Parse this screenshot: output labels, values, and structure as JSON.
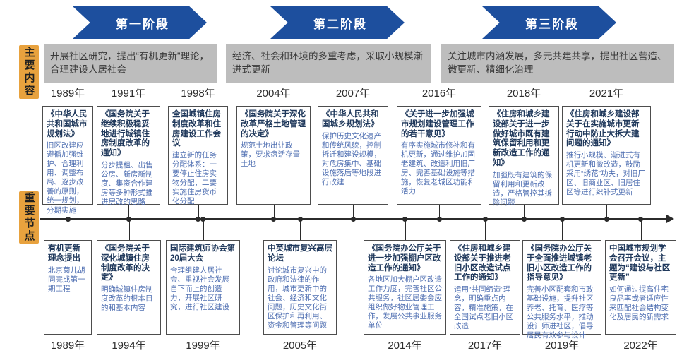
{
  "section_labels": {
    "main_content": "主要内容",
    "key_nodes": "重要节点"
  },
  "phases": [
    {
      "label": "第一阶段",
      "summary": "开展社区研究，提出“有机更新”理论，合理建设人居社会"
    },
    {
      "label": "第二阶段",
      "summary": "经济、社会和环境的多重考虑，采取小规模渐进式更新"
    },
    {
      "label": "第三阶段",
      "summary": "关注城市内涵发展，多元共建共享，提出社区营造、微更新、精细化治理"
    }
  ],
  "top_events": [
    {
      "year": "1989年",
      "title": "《中华人民共和国城市规划法》",
      "body": "旧区改建应遵循加强维护、合理利用、调整布局、逐步改善的原则，统一规划，分期实施"
    },
    {
      "year": "1991年",
      "title": "《国务院关于继续积极稳妥地进行城镇住房制度改革的通知》",
      "body": "分步提租、出售公房、新房新制度、集资合作建房等多种形式推进房改的思路"
    },
    {
      "year": "1998年",
      "title": "全国城镇住房制度改革和住房建设工作会议",
      "body": "建立新的任务分配体系：一要停止住房实物分配，二要实施住房货币化分配"
    },
    {
      "year": "2004年",
      "title": "《国务院关于深化改革严格土地管理的决定》",
      "body": "规范土地出让政策，要求盘活存量土地"
    },
    {
      "year": "2007年",
      "title": "《中华人民共和国城乡规划法》",
      "body": "保护历史文化遗产和传统风貌，控制拆迁和建设规模，对危房集中、基础设施落后等地段进行改建"
    },
    {
      "year": "2016年",
      "title": "《关于进一步加强城市规划建设管理工作的若干意见》",
      "body": "有序实施城市修补和有机更新，通过维护加固老建筑、改造利用旧厂房、完善基础设施等措施，恢复老城区功能和活力"
    },
    {
      "year": "2018年",
      "title": "《住房和城乡建设部关于进一步做好城市既有建筑保留利用和更新改造工作的通知》",
      "body": "加强既有建筑的保留利用和更新改造，严格管控其拆除问题"
    },
    {
      "year": "2021年",
      "title": "《住房和城乡建设部关于在实施城市更新行动中防止大拆大建问题的通知》",
      "body": "推行小规模、渐进式有机更新和微改造，鼓励采用“绣花”功夫，对旧厂区、旧商业区、旧居住区等进行织补式更新"
    }
  ],
  "bottom_events": [
    {
      "year": "1989年",
      "title": "有机更新理念提出",
      "body": "北京菊儿胡同完成第一期工程"
    },
    {
      "year": "1994年",
      "title": "《国务院关于深化城镇住房制度改革的决定》",
      "body": "明确城镇住房制度改革的根本目的和基本内容"
    },
    {
      "year": "1999年",
      "title": "国际建筑师协会第20届大会",
      "body": "合理组建人居社会、重视社会发展自下而上的创造力，开展社区研究，进行社区建设"
    },
    {
      "year": "2005年",
      "title": "中英城市复兴高层论坛",
      "body": "讨论城市复兴中的政府和法律的作用，城市更新中的社会、经济和文化问题，历史文化街区保护和再利用、资金和管理等问题"
    },
    {
      "year": "2014年",
      "title": "《国务院办公厅关于进一步加强棚户区改造工作的通知》",
      "body": "各地区加大棚户区改造工作力度，完善社区公共服务，社区居委会应组织做好物业管理工作，发展公共事业服务单位"
    },
    {
      "year": "2017年",
      "title": "《住房和城乡建设部关于推进老旧小区改造试点工作的通知》",
      "body": "运用“共同缔造”理念，明确重点内容，精准施策，在全国试点老旧小区改造"
    },
    {
      "year": "2019年",
      "title": "《国务院办公厅关于全面推进城镇老旧小区改造工作的指导意见》",
      "body": "完善小区配套和市政基础设施，提升社区养老、托育、医疗等公共服务水平，推动设计师进社区，倡导居民有效参与设计"
    },
    {
      "year": "2022年",
      "title": "中国城市规划学会召开会议，主题为“建设与社区更新”",
      "body": "如何通过提高住宅良品率或者适应性来匹配社会结构变化及居民的新需求"
    }
  ],
  "colors": {
    "phase_blue": "#1d4f9e",
    "label_orange": "#e8a23e",
    "summary_gray": "#bdbdbd",
    "title_navy": "#20395c",
    "body_blue": "#4f6fb2",
    "line_black": "#2b2b2b"
  }
}
